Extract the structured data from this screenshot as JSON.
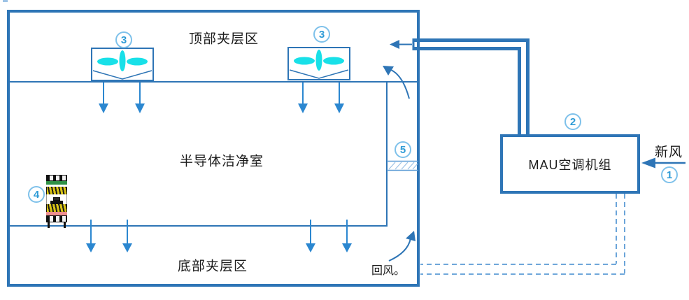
{
  "diagram": {
    "labels": {
      "top_plenum": "顶部夹层区",
      "cleanroom": "半导体洁净室",
      "bottom_plenum": "底部夹层区",
      "return_air": "回风。",
      "fresh_air": "新风",
      "mau_unit": "MAU空调机组"
    },
    "callouts": {
      "fresh_air": "1",
      "mau": "2",
      "ffu": "3",
      "process_tool": "4",
      "damper": "5"
    },
    "colors": {
      "primary_blue": "#2E75B6",
      "arrow_blue": "#2B87D0",
      "dashed_blue": "#5B9BD5",
      "hatch_blue": "#9DC3E6",
      "fan_cyan": "#18E0E8",
      "callout_blue": "#2E9BD6"
    }
  }
}
